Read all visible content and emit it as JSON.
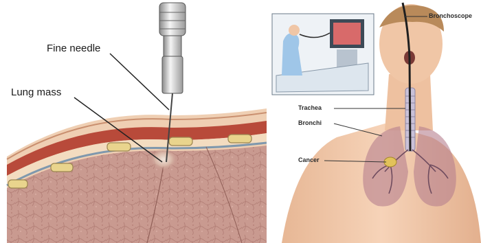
{
  "left_illustration": {
    "labels": {
      "needle": "Fine needle",
      "mass": "Lung mass"
    }
  },
  "right_illustration": {
    "labels": {
      "scope": "Bronchoscope",
      "trachea": "Trachea",
      "bronchi": "Bronchi",
      "cancer": "Cancer"
    }
  },
  "colors": {
    "skin": "#f0c9a8",
    "lung_tissue": "#c7958c",
    "fat_layer": "#f3dcc0",
    "membrane": "#7f98ad",
    "lungs_overlay": "#b67e8e",
    "tumor": "#e2c25a"
  }
}
